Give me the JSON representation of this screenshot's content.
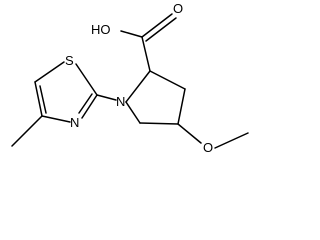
{
  "atoms": [
    {
      "id": "O_hydroxyl",
      "label": "HO"
    },
    {
      "id": "O_carbonyl",
      "label": "O"
    },
    {
      "id": "S_ring",
      "label": "S"
    },
    {
      "id": "N_thiazole",
      "label": "N"
    },
    {
      "id": "N_pyrrolidine",
      "label": "N"
    },
    {
      "id": "O_methoxy",
      "label": "O"
    }
  ]
}
